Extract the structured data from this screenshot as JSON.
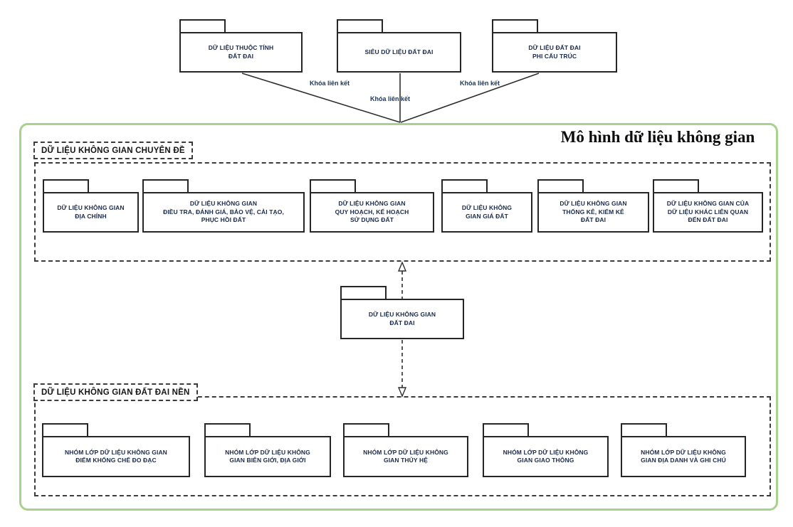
{
  "diagram": {
    "title": "Mô hình dữ liệu không gian",
    "link_labels": [
      "Khóa liên kết",
      "Khóa liên kết",
      "Khóa liên kết"
    ],
    "external_folders": [
      {
        "label": "DỮ LIỆU THUỘC TÍNH\nĐẤT ĐAI"
      },
      {
        "label": "SIÊU DỮ LIỆU ĐẤT ĐAI"
      },
      {
        "label": "DỮ LIỆU ĐẤT ĐAI\nPHI CẤU TRÚC"
      }
    ],
    "thematic_group": {
      "label": "DỮ LIỆU KHÔNG GIAN CHUYÊN ĐỀ",
      "folders": [
        {
          "label": "DỮ LIỆU KHÔNG GIAN\nĐỊA CHÍNH"
        },
        {
          "label": "DỮ LIỆU KHÔNG GIAN\nĐIỀU TRA, ĐÁNH GIÁ, BẢO VỆ, CẢI TẠO,\nPHỤC HỒI ĐẤT"
        },
        {
          "label": "DỮ LIỆU KHÔNG GIAN\nQUY HOẠCH, KẾ HOẠCH\nSỬ DỤNG ĐẤT"
        },
        {
          "label": "DỮ LIỆU KHÔNG\nGIAN GIÁ ĐẤT"
        },
        {
          "label": "DỮ LIỆU KHÔNG GIAN\nTHỐNG KÊ, KIỂM KÊ\nĐẤT ĐAI"
        },
        {
          "label": "DỮ LIỆU KHÔNG GIAN CỦA\nDỮ LIỆU KHÁC LIÊN QUAN\nĐẾN ĐẤT ĐAI"
        }
      ]
    },
    "center_folder": {
      "label": "DỮ LIỆU KHÔNG GIAN\nĐẤT ĐAI"
    },
    "base_group": {
      "label": "DỮ LIỆU KHÔNG GIAN ĐẤT ĐAI NỀN",
      "folders": [
        {
          "label": "NHÓM LỚP DỮ LIỆU KHÔNG GIAN\nĐIỂM KHỐNG CHẾ ĐO ĐẠC"
        },
        {
          "label": "NHÓM LỚP DỮ LIỆU KHÔNG\nGIAN BIÊN GIỚI, ĐỊA GIỚI"
        },
        {
          "label": "NHÓM LỚP DỮ LIỆU KHÔNG\nGIAN THỦY HỆ"
        },
        {
          "label": "NHÓM LỚP DỮ LIỆU KHÔNG\nGIAN GIAO THÔNG"
        },
        {
          "label": "NHÓM LỚP DỮ LIỆU KHÔNG\nGIAN ĐỊA DANH VÀ GHI CHÚ"
        }
      ]
    }
  },
  "colors": {
    "container_border_green": "#a9d18e",
    "folder_border": "#262626",
    "folder_text": "#1b2a4a",
    "dashed_border": "#3c3c3c",
    "connector_line": "#2e2e2e",
    "link_label_text": "#17365d",
    "title_text": "#0d0d0d",
    "background": "#ffffff"
  }
}
